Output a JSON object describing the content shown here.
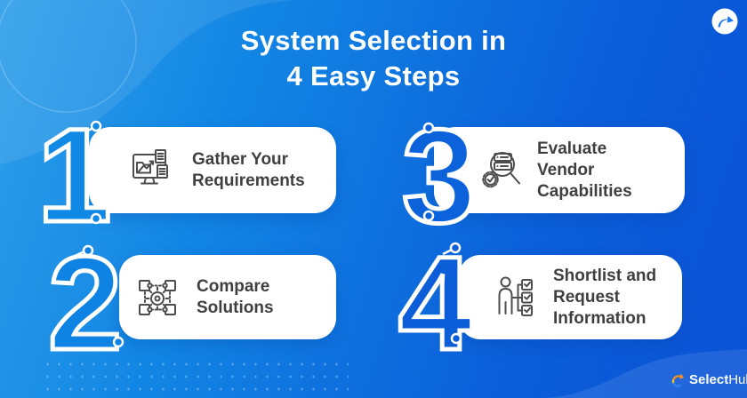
{
  "title": {
    "line1": "System Selection in",
    "line2": "4 Easy Steps"
  },
  "steps": [
    {
      "number": "1",
      "icon": "monitor-analytics-icon",
      "label_lines": [
        "Gather Your",
        "Requirements"
      ]
    },
    {
      "number": "2",
      "icon": "puzzle-gear-icon",
      "label_lines": [
        "Compare",
        "Solutions"
      ]
    },
    {
      "number": "3",
      "icon": "vendor-magnifier-icon",
      "label_lines": [
        "Evaluate",
        "Vendor",
        "Capabilities"
      ]
    },
    {
      "number": "4",
      "icon": "person-checklist-icon",
      "label_lines": [
        "Shortlist and",
        "Request",
        "Information"
      ]
    }
  ],
  "brand": {
    "name_bold": "Select",
    "name_light": "Hub",
    "mark": "selecthub-swoosh-icon",
    "top_right_mark": "share-arrow-icon"
  },
  "colors": {
    "bg_gradient_start": "#2e9fe9",
    "bg_gradient_end": "#0a52d6",
    "card_bg": "#ffffff",
    "card_text": "#3f3f3f",
    "icon_stroke": "#4d4d4d",
    "number_outline": "#ffffff",
    "logo_orange": "#f6921e",
    "logo_yellow": "#ffcc1d",
    "logo_blue": "#2f80ed"
  }
}
